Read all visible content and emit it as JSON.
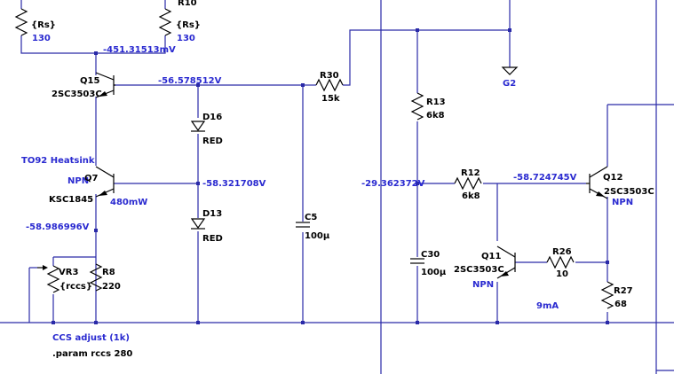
{
  "colors": {
    "wire": "#2a2aa8",
    "component": "#000000",
    "voltage_label": "#2a2ad0",
    "background": "#ffffff"
  },
  "components": {
    "r10": {
      "ref": "R10",
      "value": "{Rs}",
      "num": "130"
    },
    "r_left": {
      "value": "{Rs}",
      "num": "130"
    },
    "q15": {
      "ref": "Q15",
      "model": "2SC3503C"
    },
    "d16": {
      "ref": "D16",
      "model": "RED"
    },
    "d13": {
      "ref": "D13",
      "model": "RED"
    },
    "q7": {
      "ref": "Q7",
      "model": "KSC1845",
      "type": "NPN",
      "power": "480mW",
      "note": "TO92 Heatsink"
    },
    "vr3": {
      "ref": "VR3",
      "value": "{rccs}"
    },
    "r8": {
      "ref": "R8",
      "value": "220"
    },
    "r30": {
      "ref": "R30",
      "value": "15k"
    },
    "c5": {
      "ref": "C5",
      "value": "100µ"
    },
    "r13": {
      "ref": "R13",
      "value": "6k8"
    },
    "c30": {
      "ref": "C30",
      "value": "100µ"
    },
    "r12": {
      "ref": "R12",
      "value": "6k8"
    },
    "q11": {
      "ref": "Q11",
      "model": "2SC3503C",
      "type": "NPN"
    },
    "r26": {
      "ref": "R26",
      "value": "10"
    },
    "q12": {
      "ref": "Q12",
      "model": "2SC3503C",
      "type": "NPN"
    },
    "r27": {
      "ref": "R27",
      "value": "68"
    },
    "g2": {
      "ref": "G2"
    }
  },
  "voltages": {
    "v_rs_node": "-451.31513mV",
    "v_q15_base": "-56.578512V",
    "v_d16_d13": "-58.321708V",
    "v_r8_top": "-58.986996V",
    "v_r13_node": "-29.362372V",
    "v_q12_base": "-58.724745V"
  },
  "annotations": {
    "current_9ma": "9mA",
    "ccs_adjust": "CCS adjust (1k)",
    "param": ".param rccs 280"
  }
}
